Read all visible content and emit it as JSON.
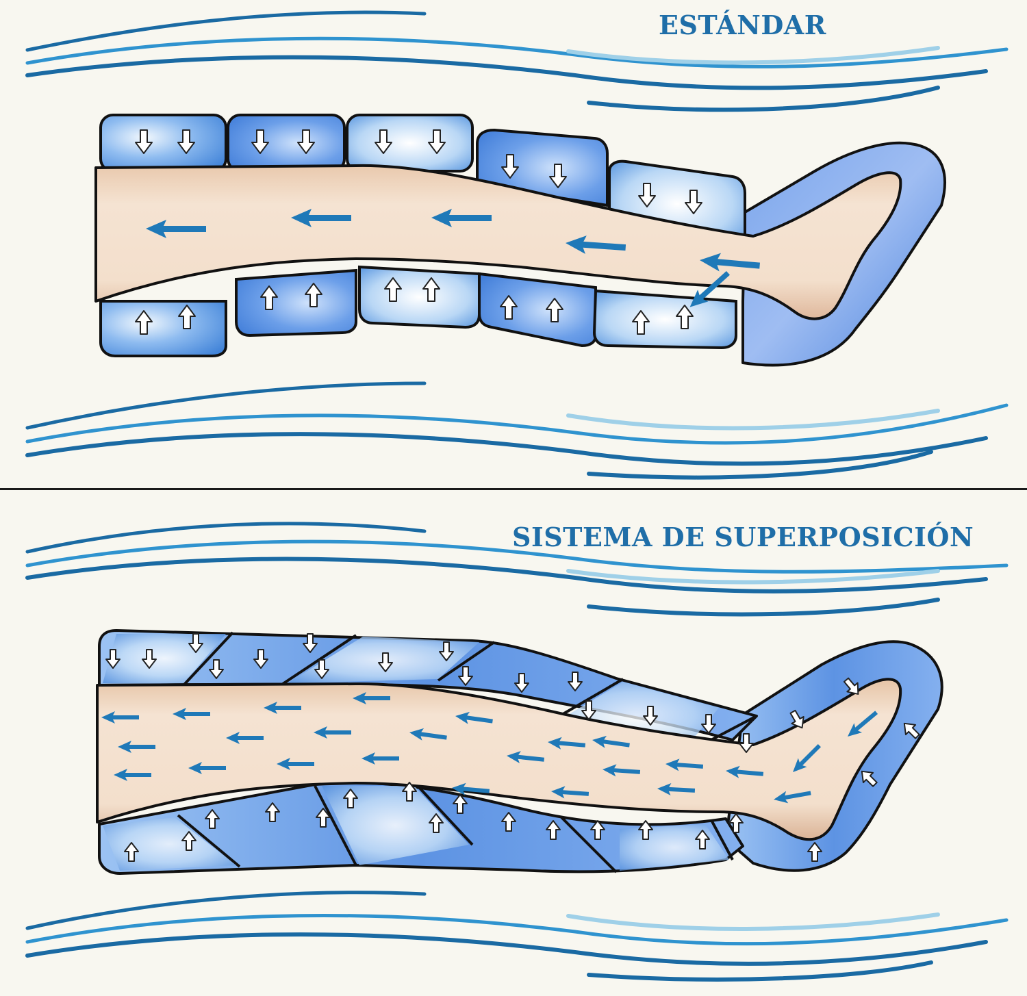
{
  "colors": {
    "title": "#1f6ea8",
    "background": "#f8f7f0",
    "outline": "#111111",
    "skin": "#f3ddc8",
    "skin_shadow": "#d9b49a",
    "cell_light": "#dfeefa",
    "cell_mid": "#6aa3e6",
    "cell_dark": "#2f74d0",
    "arrow_flow": "#1f79b8",
    "wave_dark": "#1a6aa3",
    "wave_mid": "#2f93cf",
    "wave_light": "#9fd0e8"
  },
  "panels": [
    {
      "title": "ESTÁNDAR",
      "mode": "standard"
    },
    {
      "title": "SISTEMA DE SUPERPOSICIÓN",
      "mode": "overlapping"
    }
  ],
  "icons": [
    "down-arrow-icon",
    "up-arrow-icon",
    "flow-arrow-icon",
    "wave-decoration"
  ]
}
